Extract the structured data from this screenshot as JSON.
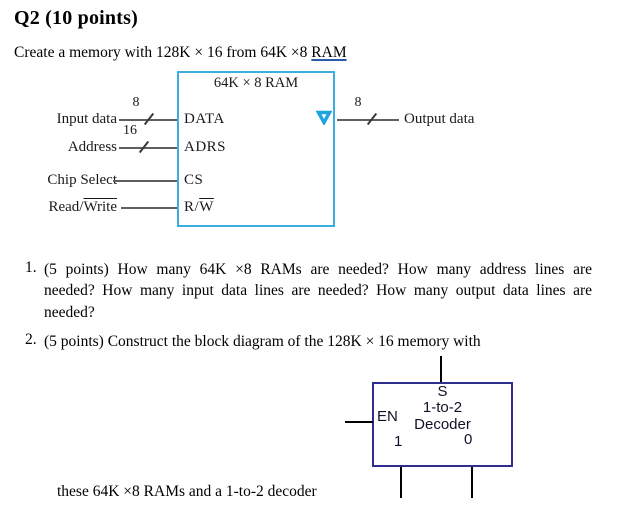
{
  "heading": "Q2 (10 points)",
  "intro": {
    "text": "Create a memory with 128K × 16 from 64K ×8 ",
    "underlined": "RAM"
  },
  "ram_diagram": {
    "title": "64K × 8 RAM",
    "rows": [
      {
        "label": "Input data",
        "bus_width": "8"
      },
      {
        "label": "Address",
        "bus_width": "16"
      },
      {
        "label": "Chip Select"
      },
      {
        "label_prefix": "Read/",
        "label_overlined": "Write"
      }
    ],
    "ports": [
      {
        "name": "DATA"
      },
      {
        "name": "ADRS"
      },
      {
        "name": "CS"
      },
      {
        "prefix": "R/",
        "overlined": "W"
      }
    ],
    "output": {
      "bus_width": "8",
      "label": "Output data"
    },
    "colors": {
      "box_border": "#3BAEE0",
      "triangle": "#1FA3DE",
      "wire": "#5f5f5f",
      "link_underline": "#2a5caa"
    }
  },
  "questions": [
    {
      "number": "1.",
      "lines": [
        "(5 points) How many 64K ×8 RAMs are needed? How many address lines are",
        "needed? How many input data lines are needed? How many output data lines are",
        "needed?"
      ]
    },
    {
      "number": "2.",
      "lines": [
        "(5 points) Construct the block diagram of the 128K × 16 memory with"
      ]
    }
  ],
  "question2_continuation": "these 64K ×8 RAMs and a 1-to-2 decoder",
  "decoder_diagram": {
    "select_label": "S",
    "name_line1": "1-to-2",
    "name_line2": "Decoder",
    "enable_label": "EN",
    "output_left_label": "1",
    "output_right_label": "0",
    "colors": {
      "box_border": "#2D2E8E",
      "wire": "#000000"
    }
  }
}
